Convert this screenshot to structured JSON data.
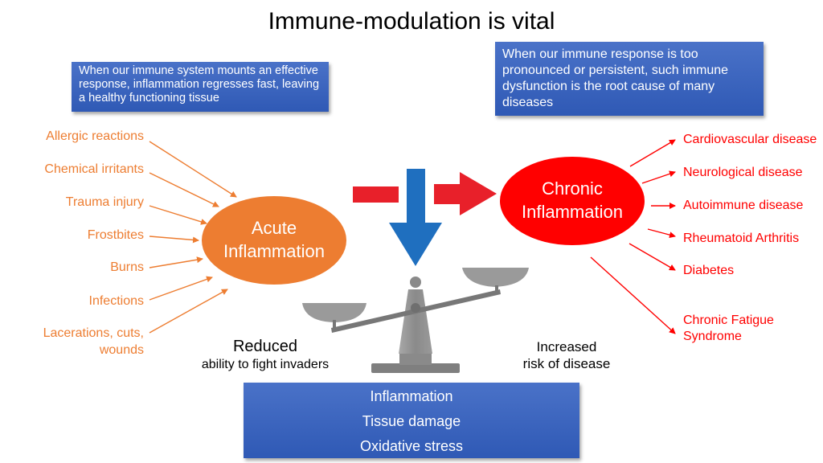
{
  "title": "Immune-modulation is vital",
  "box_left": "When our immune system mounts an effective response, inflammation regresses fast, leaving a healthy functioning tissue",
  "box_right": "When our immune response is too pronounced or persistent, such immune dysfunction is the root cause of many diseases",
  "causes": [
    "Allergic reactions",
    "Chemical irritants",
    "Trauma injury",
    "Frostbites",
    "Burns",
    "Infections",
    "Lacerations, cuts,",
    "wounds"
  ],
  "acute": {
    "line1": "Acute",
    "line2": "Inflammation"
  },
  "chronic": {
    "line1": "Chronic",
    "line2": "Inflammation"
  },
  "diseases": [
    "Cardiovascular disease",
    "Neurological disease",
    "Autoimmune disease",
    "Rheumatoid Arthritis",
    "Diabetes",
    "Chronic Fatigue",
    "Syndrome"
  ],
  "left_label": {
    "line1": "Reduced",
    "line2": "ability to fight invaders"
  },
  "right_label": {
    "line1": "Increased",
    "line2": "risk of disease"
  },
  "bottom_box": [
    "Inflammation",
    "Tissue damage",
    "Oxidative stress"
  ],
  "colors": {
    "acute": "#ed7d31",
    "chronic": "#ff0000",
    "blue_box": "#3762b9",
    "down_arrow": "#1f6fbf",
    "red_arrow": "#e8202a",
    "scale": "#8c8c8c"
  }
}
